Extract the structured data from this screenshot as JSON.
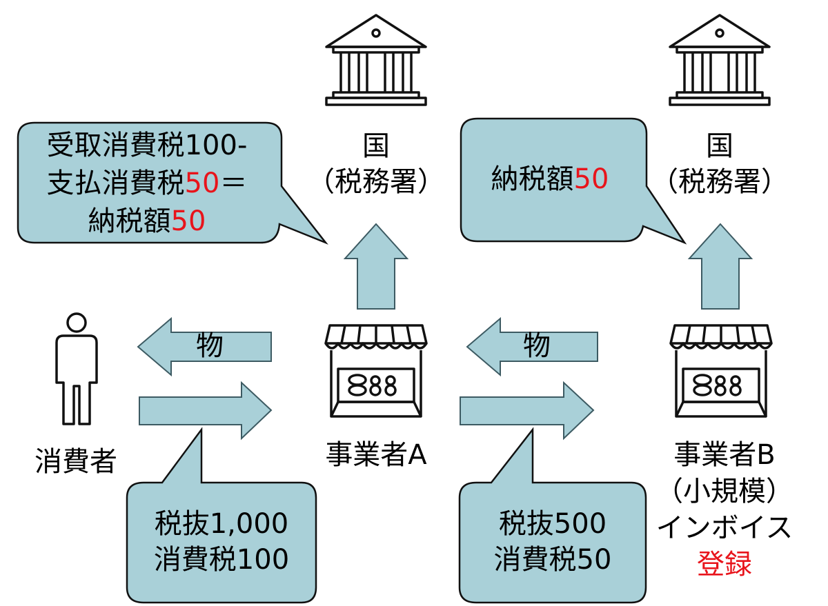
{
  "colors": {
    "callout_fill": "#a9d0d8",
    "arrow_fill": "#a9d0d8",
    "stroke": "#3c5a62",
    "highlight": "#e8141b"
  },
  "icons": [
    "government-building-icon",
    "government-building-icon",
    "person-icon",
    "shop-icon",
    "shop-icon"
  ],
  "tax_office": {
    "line1": "国",
    "line2": "（税務署）"
  },
  "consumer": {
    "label": "消費者"
  },
  "business_a": {
    "label": "事業者A"
  },
  "business_b": {
    "line1": "事業者B",
    "line2": "（小規模）",
    "line3": "インボイス",
    "line4": "登録"
  },
  "goods_label": "物",
  "callout_a_tax": {
    "line1": "受取消費税100-",
    "line2_prefix": "支払消費税",
    "line2_value": "50",
    "line2_suffix": "＝",
    "line3_prefix": "納税額",
    "line3_value": "50"
  },
  "callout_b_tax": {
    "prefix": "納税額",
    "value": "50"
  },
  "callout_payment_a": {
    "line1": "税抜1,000",
    "line2": "消費税100"
  },
  "callout_payment_b": {
    "line1": "税抜500",
    "line2": "消費税50"
  }
}
